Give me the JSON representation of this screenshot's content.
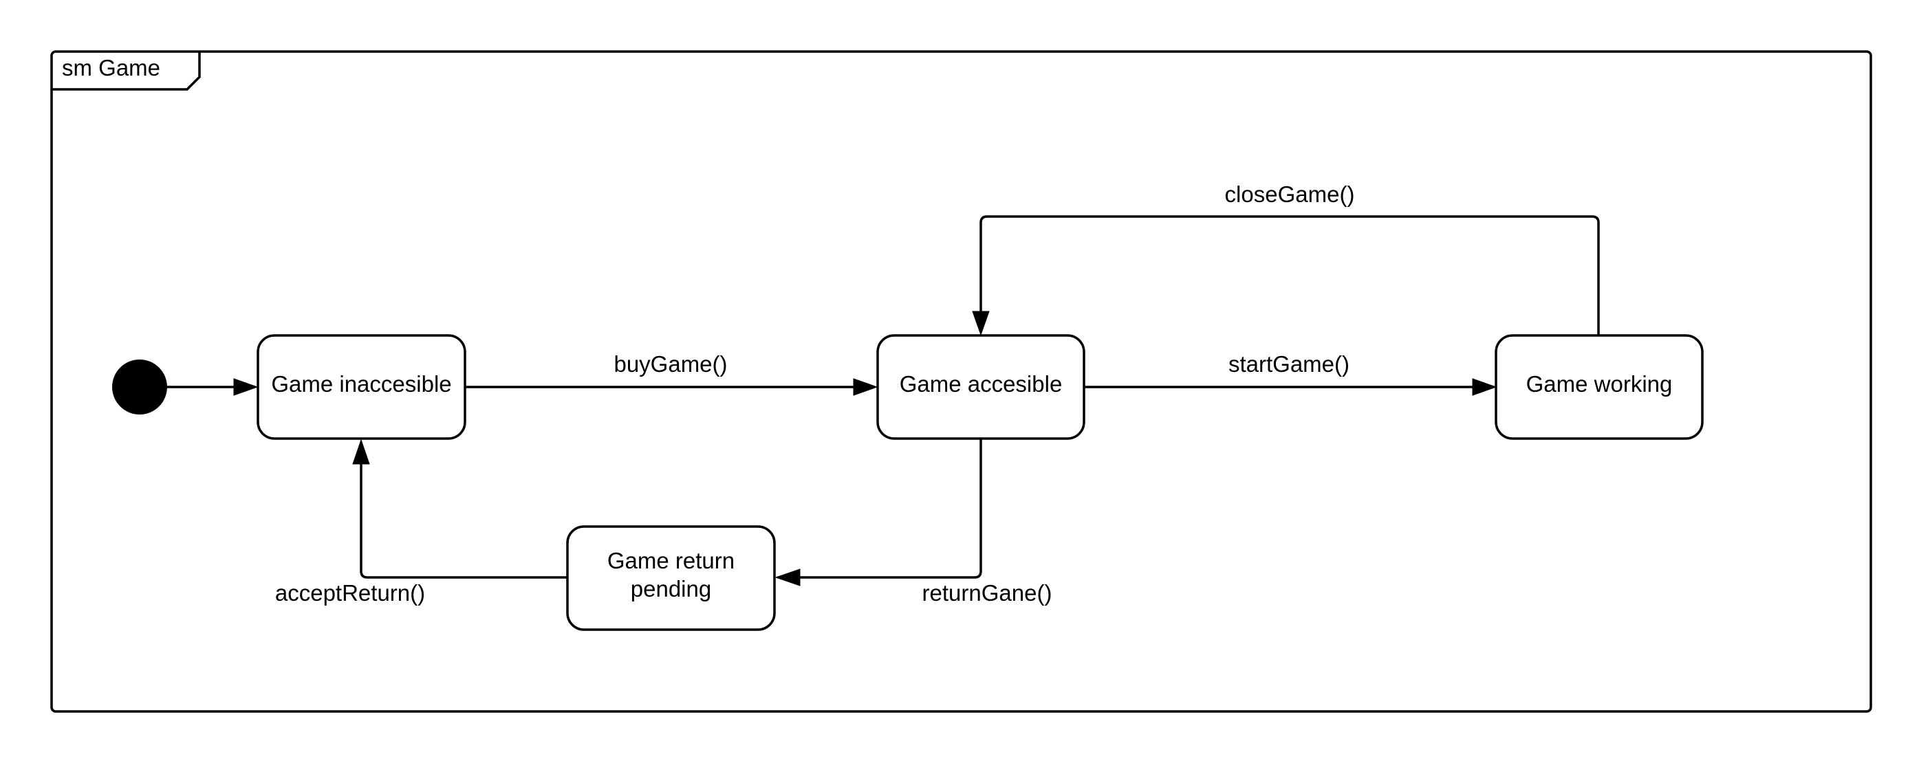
{
  "frame": {
    "title": "sm Game"
  },
  "states": {
    "inaccessible": "Game inaccesible",
    "accessible": "Game accesible",
    "working": "Game working",
    "return_pending_line1": "Game return",
    "return_pending_line2": "pending"
  },
  "transitions": {
    "buy": "buyGame()",
    "start": "startGame()",
    "close": "closeGame()",
    "return": "returnGane()",
    "accept": "acceptReturn()"
  },
  "colors": {
    "line": "#000000",
    "state_fill": "#ffffff",
    "initial_node": "#000000"
  }
}
